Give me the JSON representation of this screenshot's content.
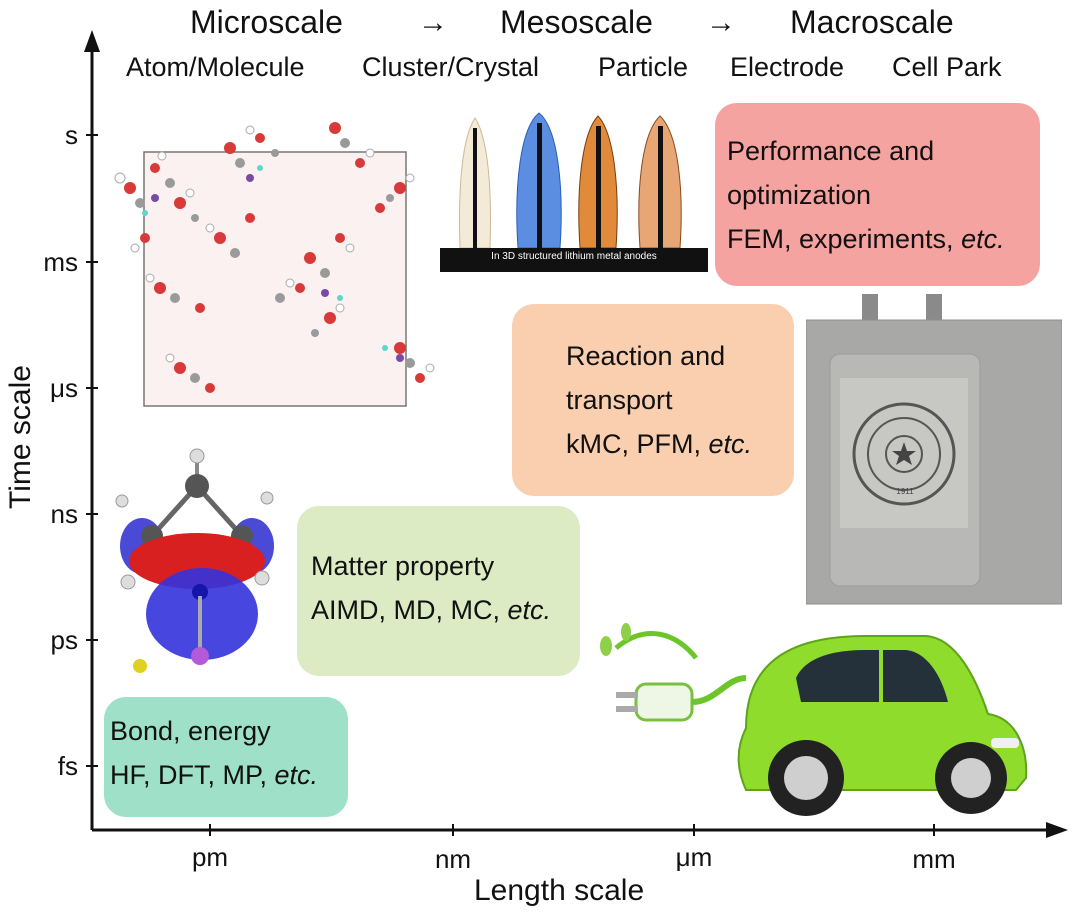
{
  "header": {
    "micro": "Microscale",
    "meso": "Mesoscale",
    "macro": "Macroscale",
    "arrow": "→",
    "sub_labels": [
      "Atom/Molecule",
      "Cluster/Crystal",
      "Particle",
      "Electrode",
      "Cell Park"
    ]
  },
  "axes": {
    "y_title": "Time scale",
    "x_title": "Length scale",
    "y_ticks": [
      "s",
      "ms",
      "μs",
      "ns",
      "ps",
      "fs"
    ],
    "x_ticks": [
      "pm",
      "nm",
      "μm",
      "mm"
    ]
  },
  "boxes": {
    "performance": {
      "line1": "Performance and",
      "line2": "optimization",
      "line3a": "FEM, experiments, ",
      "line3b": "etc.",
      "color": "#f5a3a0"
    },
    "reaction": {
      "line1": "Reaction and",
      "line2": "transport",
      "line3a": "kMC, PFM, ",
      "line3b": "etc.",
      "color": "#f9cfb0"
    },
    "matter": {
      "line1": "Matter property",
      "line2a": "AIMD, MD, MC, ",
      "line2b": "etc.",
      "color": "#ddebc4"
    },
    "bond": {
      "line1": "Bond, energy",
      "line2a": "HF, DFT, MP, ",
      "line2b": "etc.",
      "color": "#9fe0c8"
    }
  },
  "images": {
    "dendrite_caption": "In 3D structured lithium metal anodes",
    "seal_text": "1911"
  }
}
